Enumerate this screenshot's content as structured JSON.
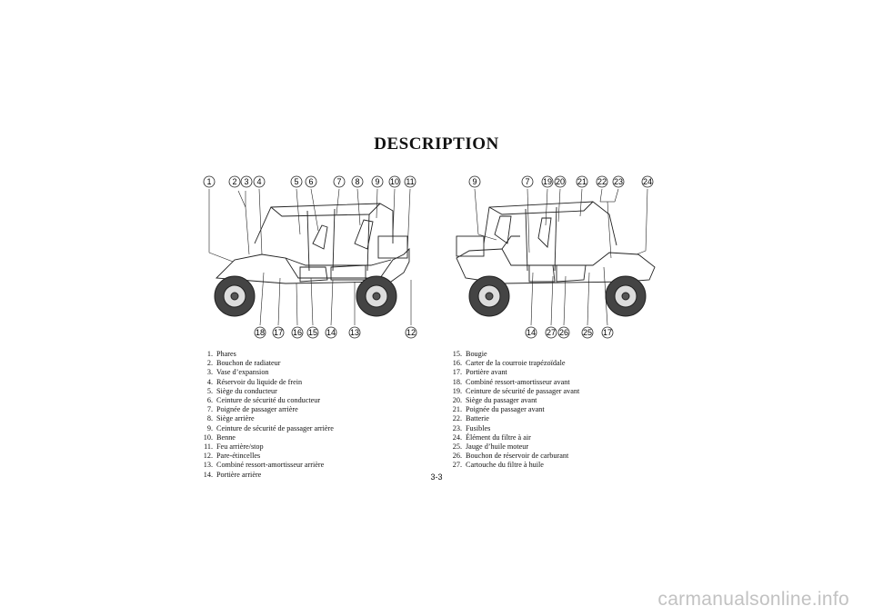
{
  "page": {
    "title": "DESCRIPTION",
    "page_number": "3-3",
    "watermark": "carmanualsonline.info"
  },
  "left_view": {
    "top_callouts": [
      "1",
      "2",
      "3",
      "4",
      "5",
      "6",
      "7",
      "8",
      "9",
      "10",
      "11"
    ],
    "bottom_callouts": [
      "18",
      "17",
      "16",
      "15",
      "14",
      "13",
      "12"
    ],
    "legend": [
      {
        "num": "1.",
        "text": "Phares"
      },
      {
        "num": "2.",
        "text": "Bouchon de radiateur"
      },
      {
        "num": "3.",
        "text": "Vase d’expansion"
      },
      {
        "num": "4.",
        "text": "Réservoir du liquide de frein"
      },
      {
        "num": "5.",
        "text": "Siège du conducteur"
      },
      {
        "num": "6.",
        "text": "Ceinture de sécurité du conducteur"
      },
      {
        "num": "7.",
        "text": "Poignée de passager arrière"
      },
      {
        "num": "8.",
        "text": "Siège arrière"
      },
      {
        "num": "9.",
        "text": "Ceinture de sécurité de passager arrière"
      },
      {
        "num": "10.",
        "text": "Benne"
      },
      {
        "num": "11.",
        "text": "Feu arrière/stop"
      },
      {
        "num": "12.",
        "text": "Pare-étincelles"
      },
      {
        "num": "13.",
        "text": "Combiné ressort-amortisseur arrière"
      },
      {
        "num": "14.",
        "text": "Portière arrière"
      }
    ]
  },
  "right_view": {
    "top_callouts": [
      "9",
      "7",
      "19",
      "20",
      "21",
      "22",
      "23",
      "24"
    ],
    "bottom_callouts": [
      "14",
      "27",
      "26",
      "25",
      "17"
    ],
    "legend": [
      {
        "num": "15.",
        "text": "Bougie"
      },
      {
        "num": "16.",
        "text": "Carter de la courroie trapézoïdale"
      },
      {
        "num": "17.",
        "text": "Portière avant"
      },
      {
        "num": "18.",
        "text": "Combiné ressort-amortisseur avant"
      },
      {
        "num": "19.",
        "text": "Ceinture de sécurité de passager avant"
      },
      {
        "num": "20.",
        "text": "Siège du passager avant"
      },
      {
        "num": "21.",
        "text": "Poignée du passager avant"
      },
      {
        "num": "22.",
        "text": "Batterie"
      },
      {
        "num": "23.",
        "text": "Fusibles"
      },
      {
        "num": "24.",
        "text": "Élément du filtre à air"
      },
      {
        "num": "25.",
        "text": "Jauge d’huile moteur"
      },
      {
        "num": "26.",
        "text": "Bouchon de réservoir de carburant"
      },
      {
        "num": "27.",
        "text": "Cartouche du filtre à huile"
      }
    ]
  }
}
